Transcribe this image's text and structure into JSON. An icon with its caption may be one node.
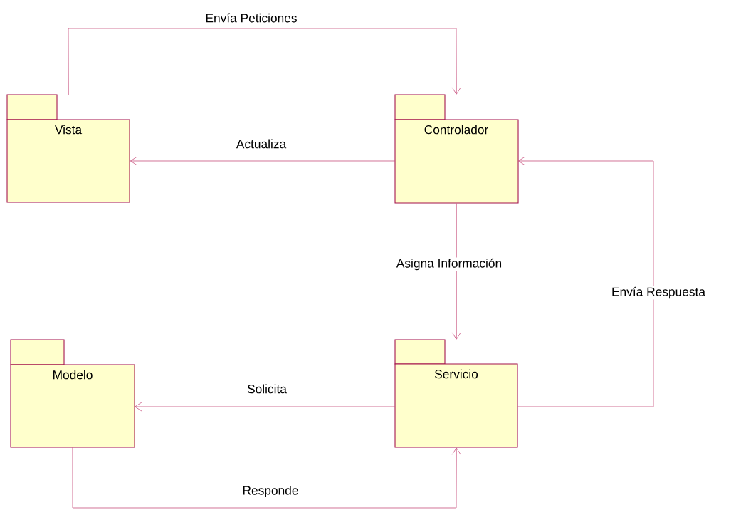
{
  "diagram": {
    "nodes": [
      {
        "text": [
          "Vista"
        ]
      },
      {
        "text": [
          "Controlador"
        ]
      },
      {
        "text": [
          "Modelo"
        ]
      },
      {
        "text": [
          "Servicio"
        ]
      }
    ],
    "edges": [
      {
        "from": 0,
        "to": 1,
        "arrow": "to",
        "label": "Envía Peticiones"
      },
      {
        "from": 1,
        "to": 0,
        "arrow": "to",
        "label": "Actualiza"
      },
      {
        "from": 1,
        "to": 3,
        "arrow": "to",
        "label": "Asigna Información"
      },
      {
        "from": 3,
        "to": 1,
        "arrow": "to",
        "label": "Envía Respuesta"
      },
      {
        "from": 3,
        "to": 2,
        "arrow": "to",
        "label": "Solicita"
      },
      {
        "from": 2,
        "to": 3,
        "arrow": "to",
        "label": "Responde"
      }
    ]
  }
}
